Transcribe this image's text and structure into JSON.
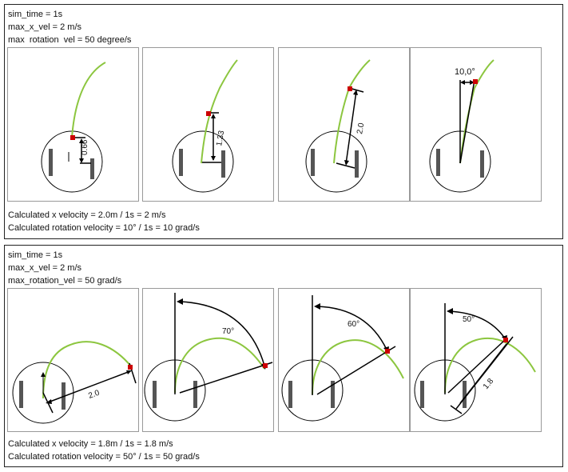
{
  "sections": [
    {
      "params": [
        "sim_time = 1s",
        "max_x_vel = 2 m/s",
        "max  rotation  vel = 50 degree/s"
      ],
      "results": [
        "Calculated x velocity = 2.0m / 1s = 2 m/s",
        "Calculated rotation velocity = 10° / 1s = 10 grad/s"
      ],
      "panel_labels": [
        "0.66",
        "1.33",
        "2.0",
        "10,0°"
      ]
    },
    {
      "params": [
        "sim_time = 1s",
        "max_x_vel = 2 m/s",
        "max_rotation_vel = 50 grad/s"
      ],
      "results": [
        "Calculated x velocity = 1.8m / 1s = 1.8 m/s",
        "Calculated rotation velocity = 50° / 1s = 50 grad/s"
      ],
      "panel_labels": [
        "2.0",
        "70°",
        "60°",
        "50°",
        "1.8"
      ]
    }
  ],
  "colors": {
    "trajectory": "#8cc63f",
    "marker": "#cc0000",
    "wheel": "#555555",
    "line": "#000000"
  }
}
